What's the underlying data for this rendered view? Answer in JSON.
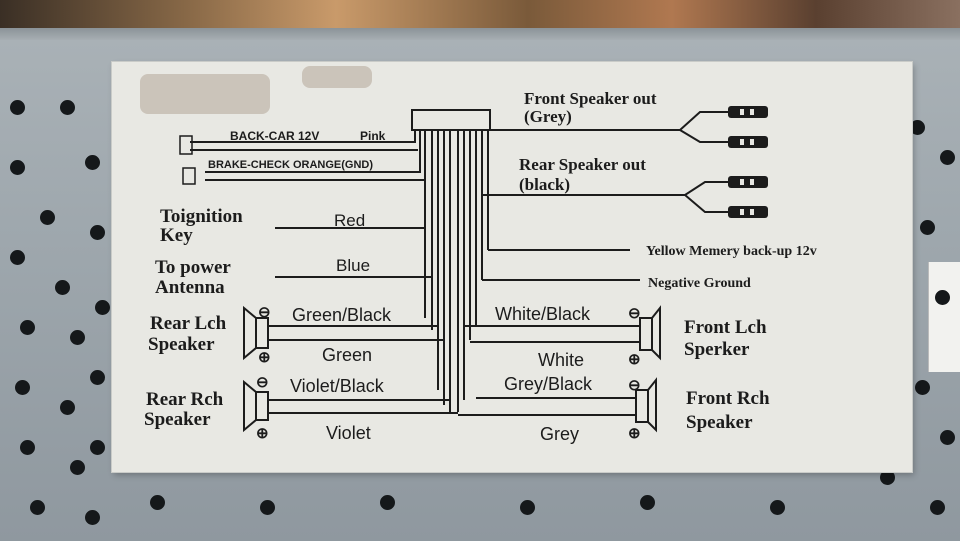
{
  "photo_subject": "car stereo wiring label on metal chassis",
  "labels": {
    "back_car": "BACK-CAR 12V",
    "pink": "Pink",
    "brake_check": "BRAKE-CHECK ORANGE(GND)",
    "toignition_1": "Toignition",
    "toignition_2": "Key",
    "red": "Red",
    "to_power_1": "To power",
    "to_power_2": "Antenna",
    "blue": "Blue",
    "rear_lch_1": "Rear Lch",
    "rear_lch_2": "Speaker",
    "green_black": "Green/Black",
    "green": "Green",
    "rear_rch_1": "Rear Rch",
    "rear_rch_2": "Speaker",
    "violet_black": "Violet/Black",
    "violet": "Violet",
    "front_speaker_out_1": "Front Speaker out",
    "front_speaker_out_2": "(Grey)",
    "rear_speaker_out_1": "Rear Speaker out",
    "rear_speaker_out_2": "(black)",
    "yellow_memory": "Yellow Memery back-up 12v",
    "negative_ground": "Negative Ground",
    "white_black": "White/Black",
    "white": "White",
    "front_lch_1": "Front Lch",
    "front_lch_2": "Sperker",
    "grey_black": "Grey/Black",
    "grey": "Grey",
    "front_rch_1": "Front Rch",
    "front_rch_2": "Speaker",
    "minus": "⊖",
    "plus": "⊕"
  },
  "colors": {
    "label_paper": "#e8e8e3",
    "chassis": "#9ea7ad",
    "ink": "#1c1c1c"
  }
}
